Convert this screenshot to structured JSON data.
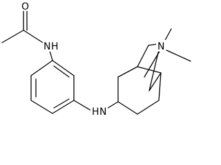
{
  "molecule": {
    "atoms": {
      "oxygen": "O",
      "amide_nitrogen": "N",
      "amine_nitrogen": "N",
      "bridge_nitrogen": "N"
    },
    "hydrogens": {
      "amide_h": "H",
      "amine_h": "H"
    }
  },
  "colors": {
    "bond": "#000000",
    "background": "#ffffff"
  }
}
